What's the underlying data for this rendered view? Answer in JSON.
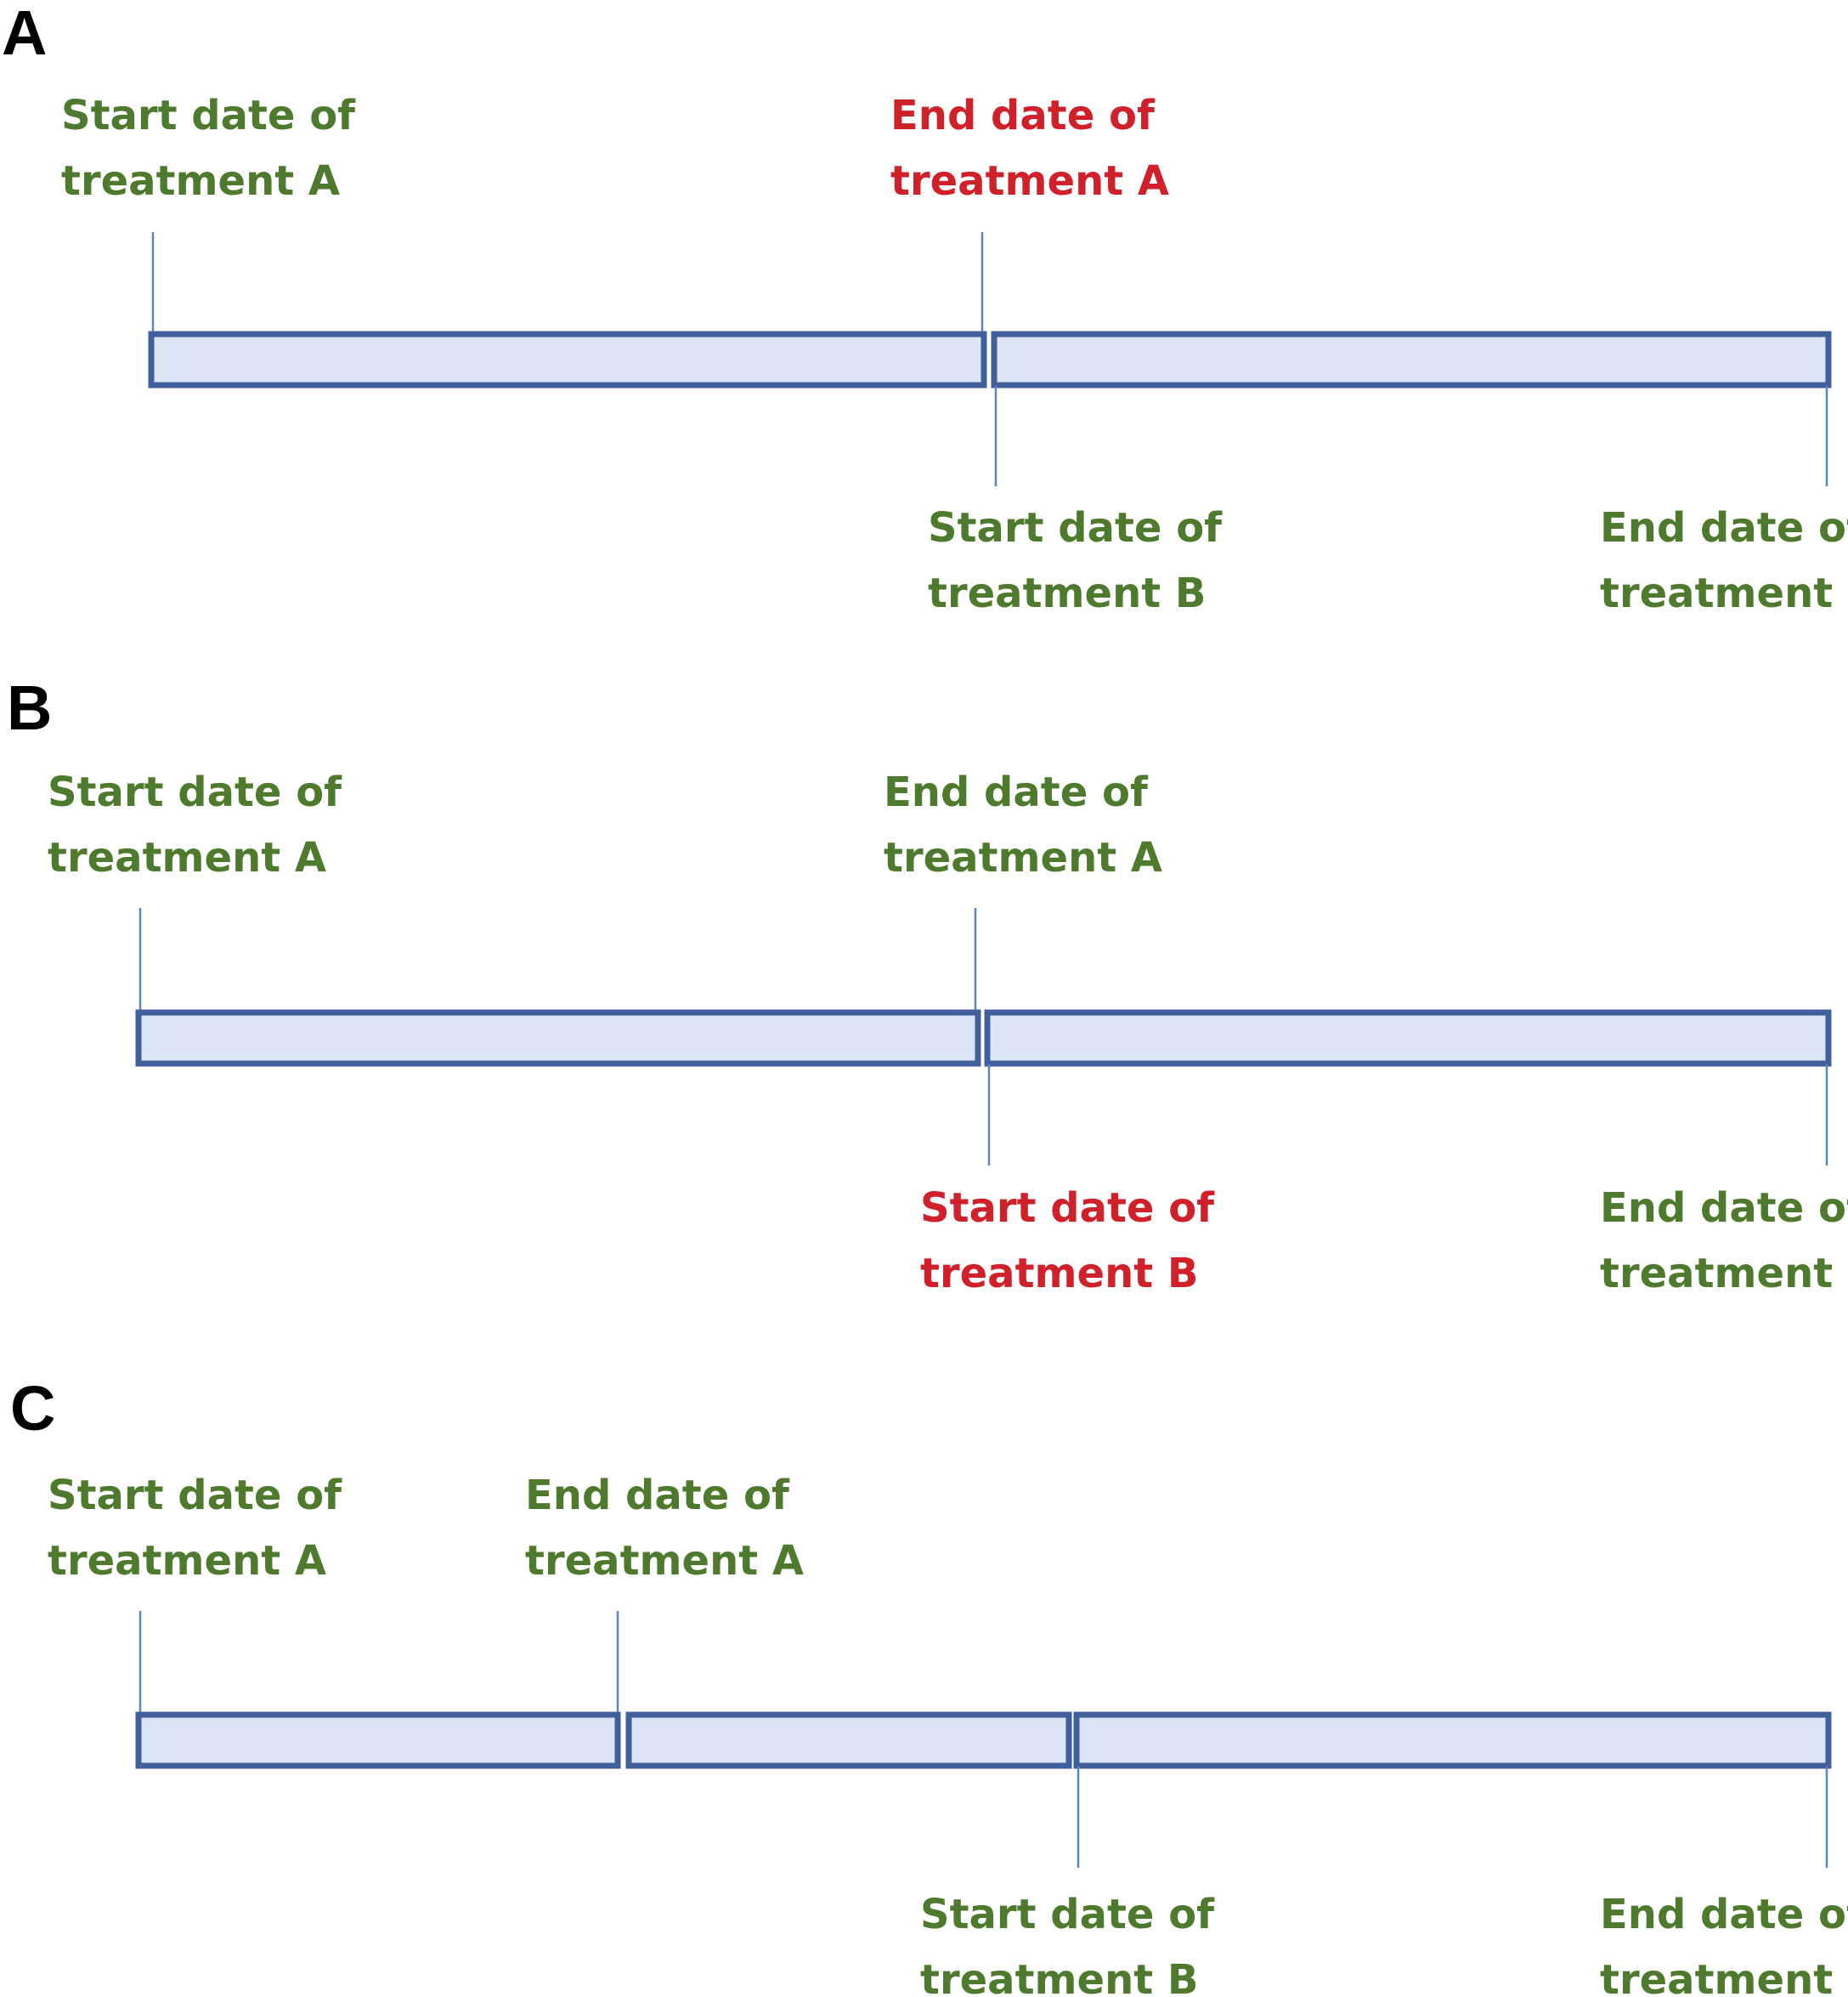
{
  "colors": {
    "normal_label": "#4e7a2e",
    "highlight_label": "#d0202a",
    "bar_fill": "#dce5f5",
    "bar_stroke": "#40609c",
    "tick_line": "#5b85c8"
  },
  "panels": [
    {
      "letter": "A",
      "segments": 2,
      "labels": {
        "start_a": {
          "line1": "Start date of",
          "line2": "treatment A",
          "highlight": false
        },
        "end_a": {
          "line1": "End date of",
          "line2": "treatment A",
          "highlight": true
        },
        "start_b": {
          "line1": "Start date of",
          "line2": "treatment B",
          "highlight": false
        },
        "end_b": {
          "line1": "End date of",
          "line2": "treatment B",
          "highlight": false
        }
      }
    },
    {
      "letter": "B",
      "segments": 2,
      "labels": {
        "start_a": {
          "line1": "Start date of",
          "line2": "treatment A",
          "highlight": false
        },
        "end_a": {
          "line1": "End date of",
          "line2": "treatment A",
          "highlight": false
        },
        "start_b": {
          "line1": "Start date of",
          "line2": "treatment B",
          "highlight": true
        },
        "end_b": {
          "line1": "End date of",
          "line2": "treatment B",
          "highlight": false
        }
      }
    },
    {
      "letter": "C",
      "segments": 3,
      "labels": {
        "start_a": {
          "line1": "Start date of",
          "line2": "treatment A",
          "highlight": false
        },
        "end_a": {
          "line1": "End date of",
          "line2": "treatment A",
          "highlight": false
        },
        "start_b": {
          "line1": "Start date of",
          "line2": "treatment B",
          "highlight": false
        },
        "end_b": {
          "line1": "End date of",
          "line2": "treatment B",
          "highlight": false
        }
      }
    }
  ]
}
